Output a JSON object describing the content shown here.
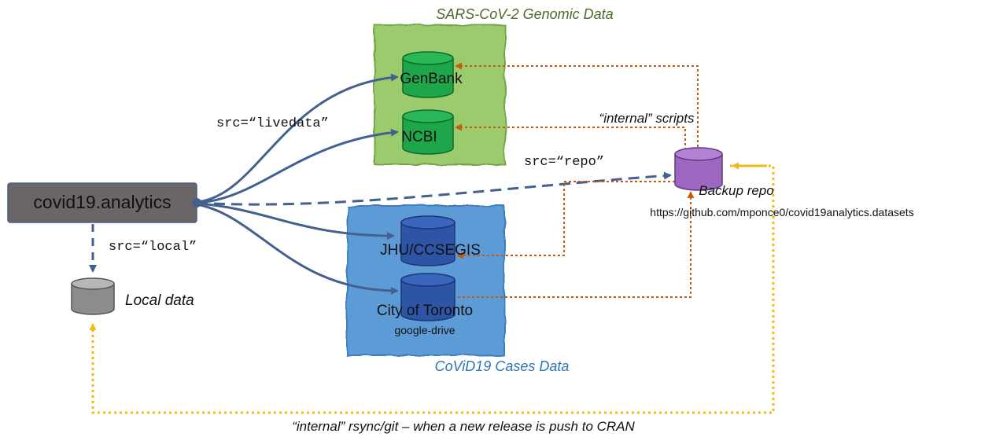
{
  "genomic_panel": {
    "title": "SARS-CoV-2 Genomic Data",
    "title_color": "#4a6b2a",
    "fill": "#9ccb6e"
  },
  "cases_panel": {
    "title": "CoViD19 Cases Data",
    "title_color": "#2e75b6",
    "fill": "#5b9bd5"
  },
  "nodes": {
    "main": "covid19.analytics",
    "genbank": "GenBank",
    "ncbi": "NCBI",
    "jhu": "JHU/CCSEGIS",
    "toronto": "City of Toronto",
    "toronto_sub": "google-drive",
    "backup": "Backup repo",
    "backup_url": "https://github.com/mponce0/covid19analytics.datasets",
    "local": "Local data"
  },
  "labels": {
    "src_livedata": "src=“livedata”",
    "src_repo": "src=“repo”",
    "src_local": "src=“local”",
    "internal_scripts": "“internal” scripts",
    "rsync_note": "“internal” rsync/git – when a new release is push to CRAN"
  },
  "colors": {
    "arrow_blue": "#44608f",
    "dotted_orange": "#c55a11",
    "dotted_yellow": "#f5b914",
    "main_box": "#6b6566",
    "green_db": "#1fa64a",
    "blue_db": "#2e55a5",
    "backup_db": "#9e68c2",
    "local_db": "#8e8b8b"
  }
}
